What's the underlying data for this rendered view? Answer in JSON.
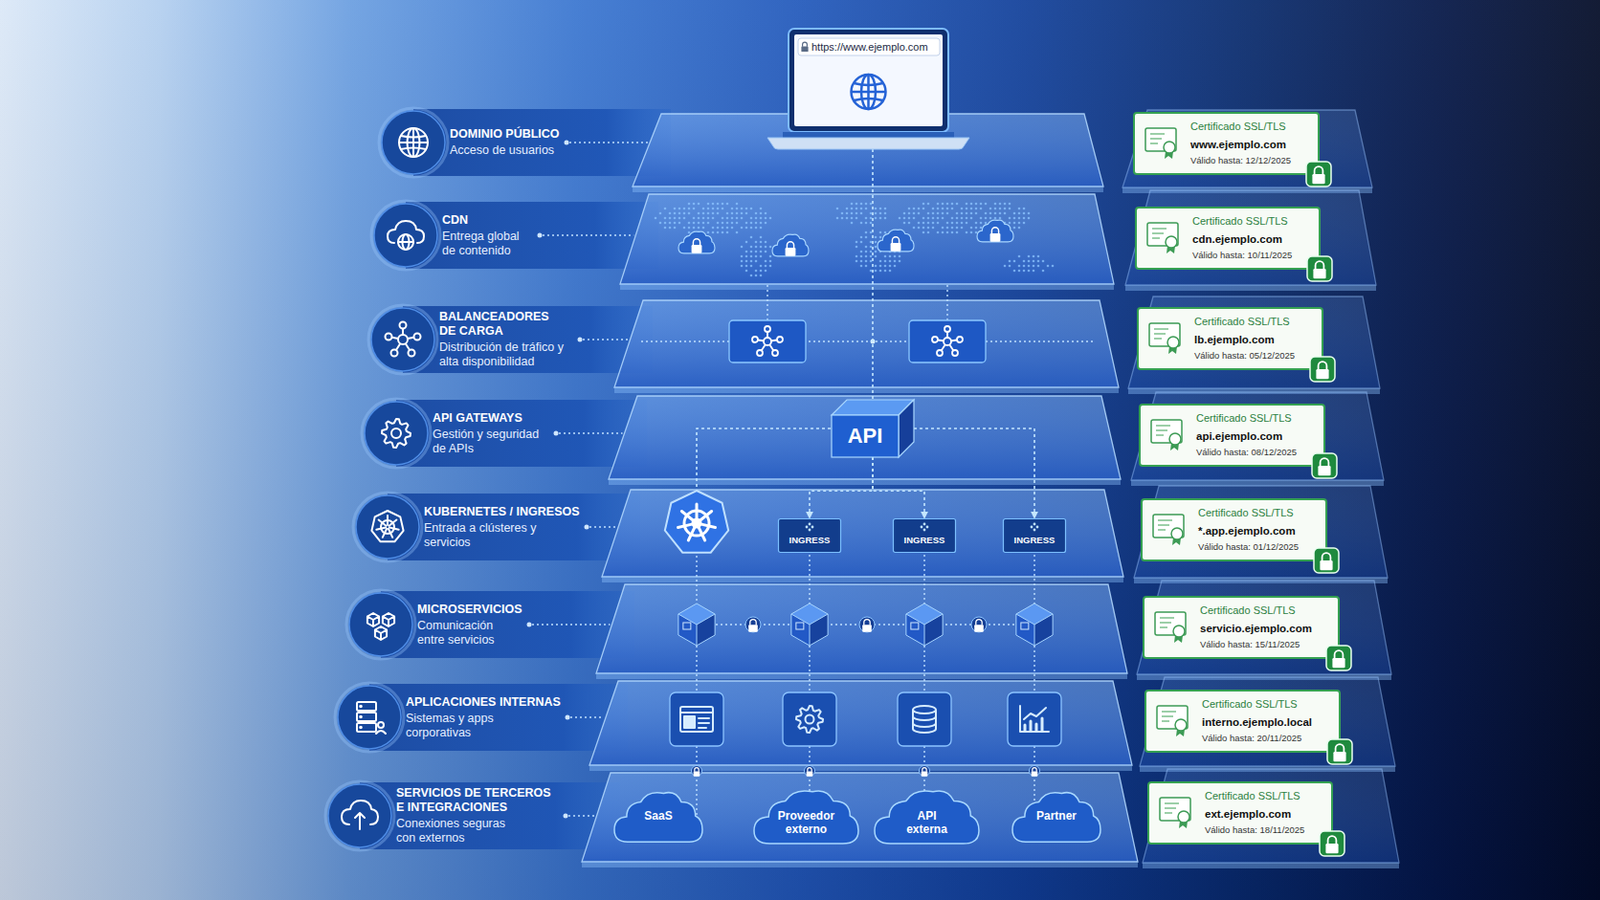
{
  "diagram": {
    "nodes": [
      {
        "text": [
          "https://www.ejemplo.com"
        ]
      },
      {
        "text": [
          "DOMINIO PÚBLICO",
          "Acceso de usuarios"
        ]
      },
      {
        "text": [
          "Certificado SSL/TLS",
          "www.ejemplo.com",
          "Válido hasta: 12/12/2025"
        ]
      },
      {
        "text": [
          "CDN",
          "Entrega global de contenido"
        ]
      },
      {
        "text": [
          "Certificado SSL/TLS",
          "cdn.ejemplo.com",
          "Válido hasta: 10/11/2025"
        ]
      },
      {
        "text": [
          "BALANCEADORES DE CARGA",
          "Distribución de tráfico y alta disponibilidad"
        ]
      },
      {
        "text": [
          "Certificado SSL/TLS",
          "lb.ejemplo.com",
          "Válido hasta: 05/12/2025"
        ]
      },
      {
        "text": [
          "API GATEWAYS",
          "Gestión y seguridad de APIs"
        ]
      },
      {
        "text": [
          "API"
        ]
      },
      {
        "text": [
          "Certificado SSL/TLS",
          "api.ejemplo.com",
          "Válido hasta: 08/12/2025"
        ]
      },
      {
        "text": [
          "KUBERNETES / INGRESOS",
          "Entrada a clústeres y servicios"
        ]
      },
      {
        "text": [
          "INGRESS"
        ]
      },
      {
        "text": [
          "INGRESS"
        ]
      },
      {
        "text": [
          "INGRESS"
        ]
      },
      {
        "text": [
          "Certificado SSL/TLS",
          "*.app.ejemplo.com",
          "Válido hasta: 01/12/2025"
        ]
      },
      {
        "text": [
          "MICROSERVICIOS",
          "Comunicación entre servicios"
        ]
      },
      {
        "text": [
          "Certificado SSL/TLS",
          "servicio.ejemplo.com",
          "Válido hasta: 15/11/2025"
        ]
      },
      {
        "text": [
          "APLICACIONES INTERNAS",
          "Sistemas y apps corporativas"
        ]
      },
      {
        "text": [
          "Certificado SSL/TLS",
          "interno.ejemplo.local",
          "Válido hasta: 20/11/2025"
        ]
      },
      {
        "text": [
          "SERVICIOS DE TERCEROS E INTEGRACIONES",
          "Conexiones seguras con externos"
        ]
      },
      {
        "text": [
          "SaaS"
        ]
      },
      {
        "text": [
          "Proveedor externo"
        ]
      },
      {
        "text": [
          "API externa"
        ]
      },
      {
        "text": [
          "Partner"
        ]
      },
      {
        "text": [
          "Certificado SSL/TLS",
          "ext.ejemplo.com",
          "Válido hasta: 18/11/2025"
        ]
      }
    ],
    "edges": [
      {
        "from": 0,
        "to": 8,
        "arrow": "none"
      },
      {
        "from": 8,
        "to": 11,
        "arrow": "to"
      },
      {
        "from": 8,
        "to": 12,
        "arrow": "to"
      },
      {
        "from": 8,
        "to": 13,
        "arrow": "to"
      }
    ]
  }
}
